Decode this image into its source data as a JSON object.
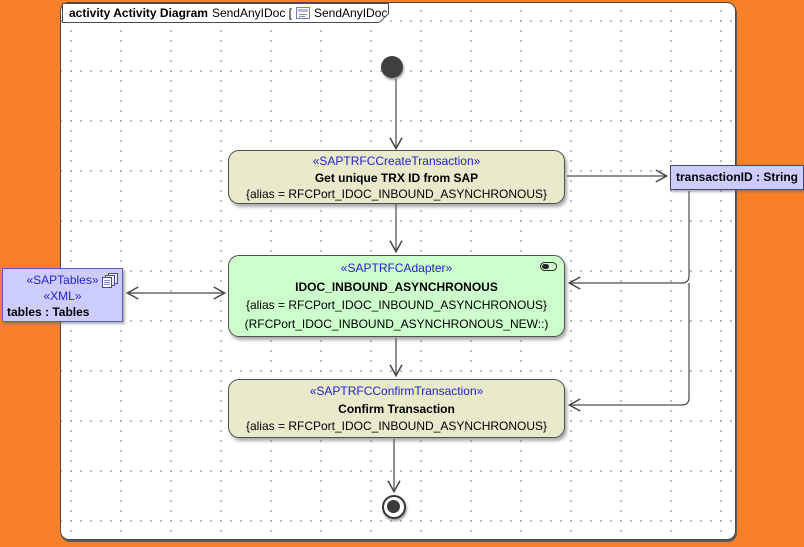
{
  "frame": {
    "heading": "activity Activity Diagram",
    "pre_label": "SendAnyIDoc [",
    "post_label": "SendAnyIDoc ]"
  },
  "nodes": {
    "create_transaction": {
      "stereotype": "«SAPTRFCCreateTransaction»",
      "name": "Get unique TRX ID from SAP",
      "alias": "{alias = RFCPort_IDOC_INBOUND_ASYNCHRONOUS}"
    },
    "adapter": {
      "stereotype": "«SAPTRFCAdapter»",
      "name": "IDOC_INBOUND_ASYNCHRONOUS",
      "alias": "{alias = RFCPort_IDOC_INBOUND_ASYNCHRONOUS}",
      "detail": "(RFCPort_IDOC_INBOUND_ASYNCHRONOUS_NEW::)"
    },
    "confirm_transaction": {
      "stereotype": "«SAPTRFCConfirmTransaction»",
      "name": "Confirm Transaction",
      "alias": "{alias = RFCPort_IDOC_INBOUND_ASYNCHRONOUS}"
    },
    "transaction_id": {
      "label": "transactionID : String"
    },
    "tables": {
      "stereotype_1": "«SAPTables»",
      "stereotype_2": "«XML»",
      "label": "tables : Tables"
    }
  },
  "icons": {
    "diagram_tab_icon": "activity-diagram-icon",
    "adapter_icon": "call-behavior-toggle-icon",
    "tables_icon": "copies-icon"
  },
  "colors": {
    "desktop_orange": "#f88028",
    "action_beige": "#e9e9cb",
    "action_green": "#ccffcc",
    "object_lavender": "#ccccff",
    "stereotype_blue": "#2323cd",
    "line_gray": "#4a4a4a"
  }
}
